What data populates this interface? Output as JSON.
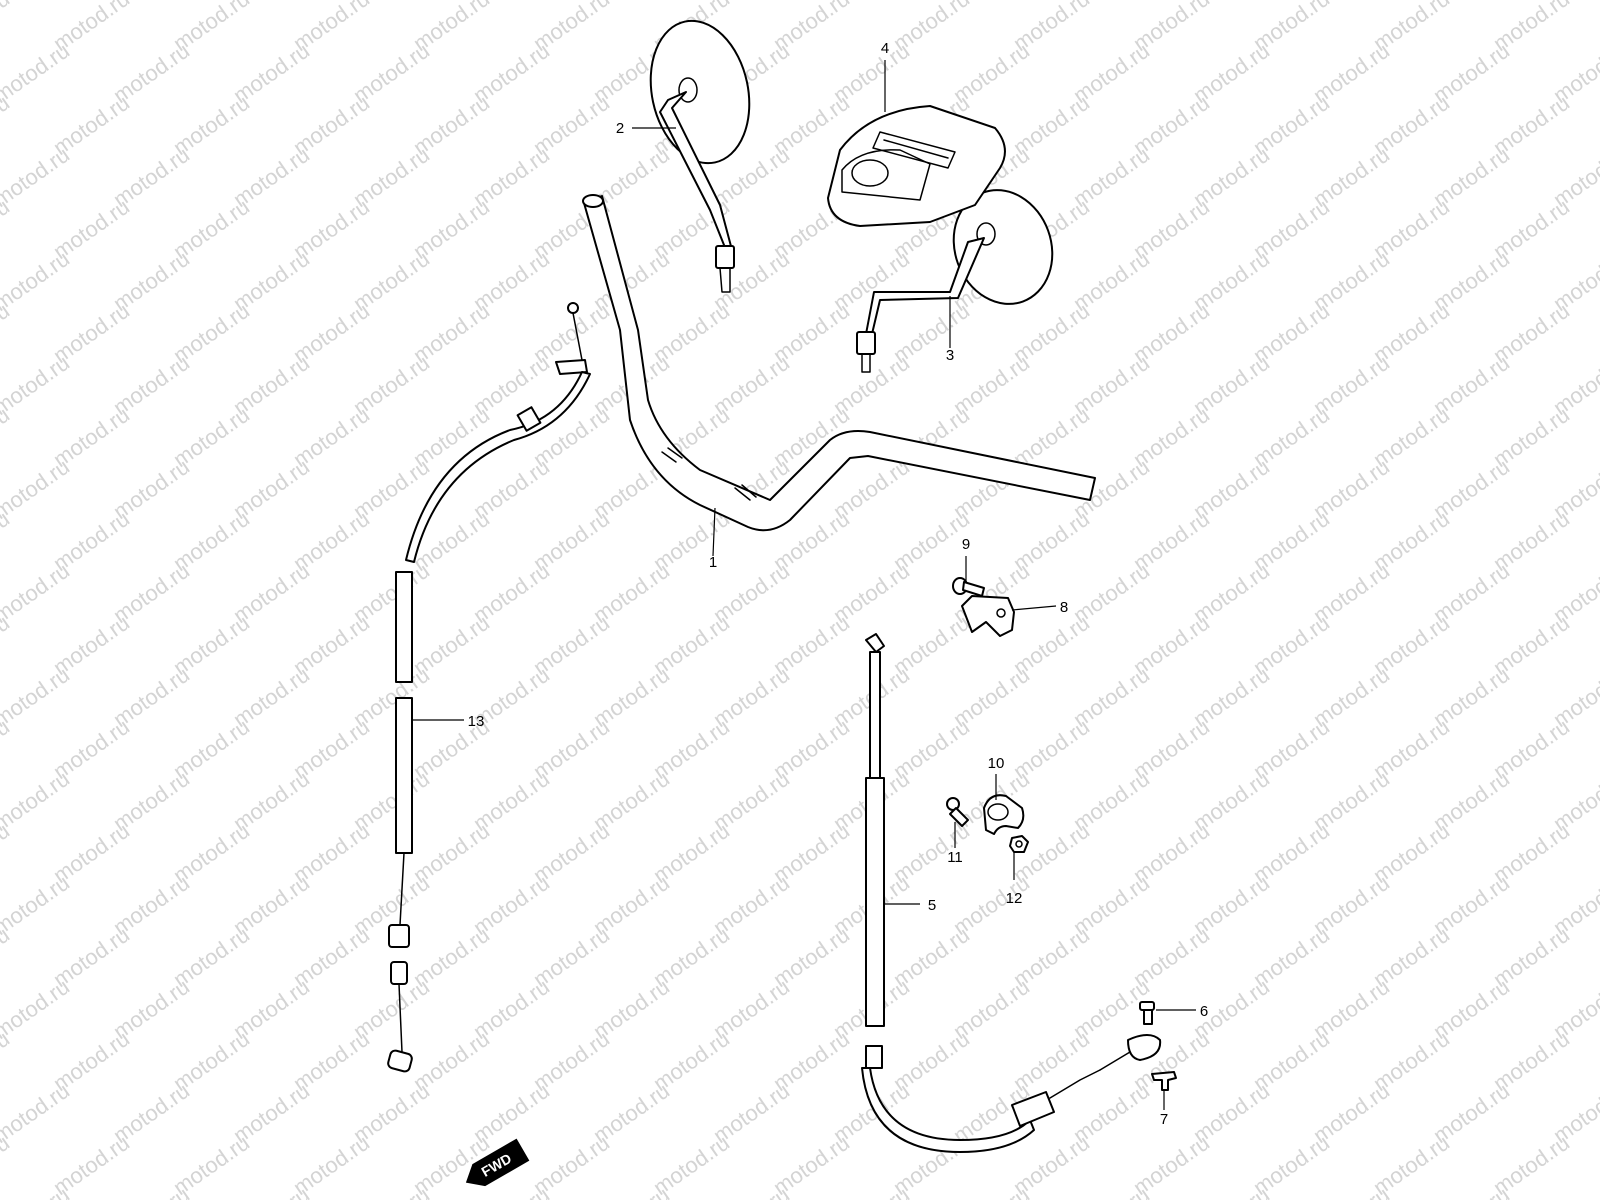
{
  "watermark": {
    "text": "motod.ru"
  },
  "fwd_arrow": {
    "label": "FWD"
  },
  "callouts": [
    {
      "id": "1",
      "label": "1"
    },
    {
      "id": "2",
      "label": "2"
    },
    {
      "id": "3",
      "label": "3"
    },
    {
      "id": "4",
      "label": "4"
    },
    {
      "id": "5",
      "label": "5"
    },
    {
      "id": "6",
      "label": "6"
    },
    {
      "id": "7",
      "label": "7"
    },
    {
      "id": "8",
      "label": "8"
    },
    {
      "id": "9",
      "label": "9"
    },
    {
      "id": "10",
      "label": "10"
    },
    {
      "id": "11",
      "label": "11"
    },
    {
      "id": "12",
      "label": "12"
    },
    {
      "id": "13",
      "label": "13"
    }
  ]
}
